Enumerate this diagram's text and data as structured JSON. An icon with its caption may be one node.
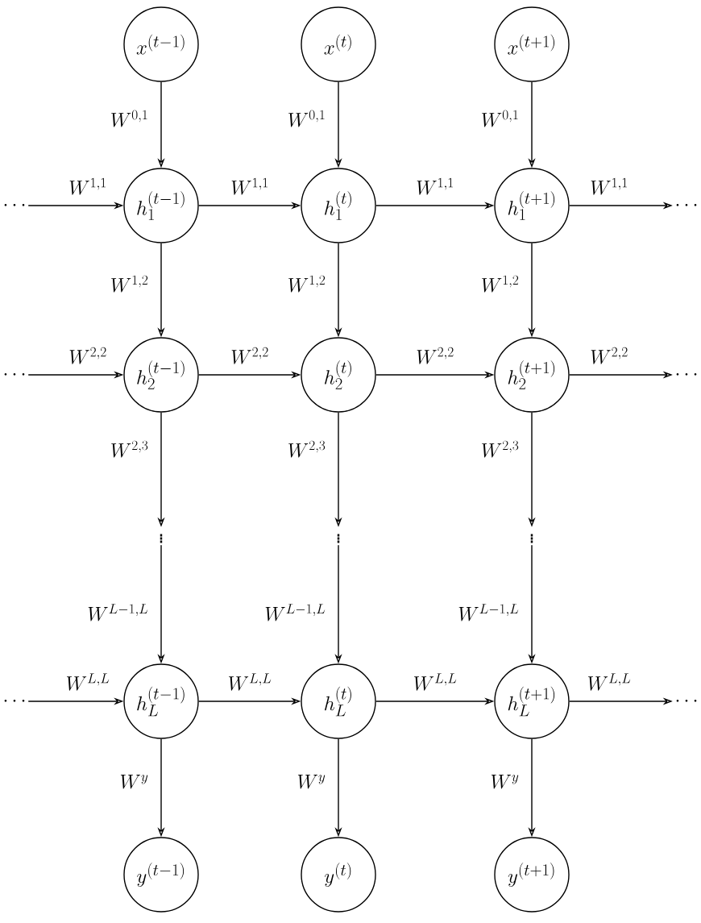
{
  "diagram": {
    "nodes": [
      {
        "text": [
          "x^{(t-1)}"
        ]
      },
      {
        "text": [
          "x^{(t)}"
        ]
      },
      {
        "text": [
          "x^{(t+1)}"
        ]
      },
      {
        "text": [
          "\\cdots"
        ]
      },
      {
        "text": [
          "h_1^{(t-1)}"
        ]
      },
      {
        "text": [
          "h_1^{(t)}"
        ]
      },
      {
        "text": [
          "h_1^{(t+1)}"
        ]
      },
      {
        "text": [
          "\\cdots"
        ]
      },
      {
        "text": [
          "\\cdots"
        ]
      },
      {
        "text": [
          "h_2^{(t-1)}"
        ]
      },
      {
        "text": [
          "h_2^{(t)}"
        ]
      },
      {
        "text": [
          "h_2^{(t+1)}"
        ]
      },
      {
        "text": [
          "\\cdots"
        ]
      },
      {
        "text": [
          "\\vdots"
        ]
      },
      {
        "text": [
          "\\vdots"
        ]
      },
      {
        "text": [
          "\\vdots"
        ]
      },
      {
        "text": [
          "\\cdots"
        ]
      },
      {
        "text": [
          "h_L^{(t-1)}"
        ]
      },
      {
        "text": [
          "h_L^{(t)}"
        ]
      },
      {
        "text": [
          "h_L^{(t+1)}"
        ]
      },
      {
        "text": [
          "\\cdots"
        ]
      },
      {
        "text": [
          "y^{(t-1)}"
        ]
      },
      {
        "text": [
          "y^{(t)}"
        ]
      },
      {
        "text": [
          "y^{(t+1)}"
        ]
      }
    ],
    "edges": [
      {
        "from": 0,
        "to": 4,
        "arrow": "to",
        "label": "W^{0,1}"
      },
      {
        "from": 1,
        "to": 5,
        "arrow": "to",
        "label": "W^{0,1}"
      },
      {
        "from": 2,
        "to": 6,
        "arrow": "to",
        "label": "W^{0,1}"
      },
      {
        "from": 3,
        "to": 4,
        "arrow": "to",
        "label": "W^{1,1}"
      },
      {
        "from": 4,
        "to": 5,
        "arrow": "to",
        "label": "W^{1,1}"
      },
      {
        "from": 5,
        "to": 6,
        "arrow": "to",
        "label": "W^{1,1}"
      },
      {
        "from": 6,
        "to": 7,
        "arrow": "to",
        "label": "W^{1,1}"
      },
      {
        "from": 4,
        "to": 9,
        "arrow": "to",
        "label": "W^{1,2}"
      },
      {
        "from": 5,
        "to": 10,
        "arrow": "to",
        "label": "W^{1,2}"
      },
      {
        "from": 6,
        "to": 11,
        "arrow": "to",
        "label": "W^{1,2}"
      },
      {
        "from": 8,
        "to": 9,
        "arrow": "to",
        "label": "W^{2,2}"
      },
      {
        "from": 9,
        "to": 10,
        "arrow": "to",
        "label": "W^{2,2}"
      },
      {
        "from": 10,
        "to": 11,
        "arrow": "to",
        "label": "W^{2,2}"
      },
      {
        "from": 11,
        "to": 12,
        "arrow": "to",
        "label": "W^{2,2}"
      },
      {
        "from": 9,
        "to": 13,
        "arrow": "to",
        "label": "W^{2,3}"
      },
      {
        "from": 10,
        "to": 14,
        "arrow": "to",
        "label": "W^{2,3}"
      },
      {
        "from": 11,
        "to": 15,
        "arrow": "to",
        "label": "W^{2,3}"
      },
      {
        "from": 13,
        "to": 17,
        "arrow": "to",
        "label": "W^{L-1,L}"
      },
      {
        "from": 14,
        "to": 18,
        "arrow": "to",
        "label": "W^{L-1,L}"
      },
      {
        "from": 15,
        "to": 19,
        "arrow": "to",
        "label": "W^{L-1,L}"
      },
      {
        "from": 16,
        "to": 17,
        "arrow": "to",
        "label": "W^{L,L}"
      },
      {
        "from": 17,
        "to": 18,
        "arrow": "to",
        "label": "W^{L,L}"
      },
      {
        "from": 18,
        "to": 19,
        "arrow": "to",
        "label": "W^{L,L}"
      },
      {
        "from": 19,
        "to": 20,
        "arrow": "to",
        "label": "W^{L,L}"
      },
      {
        "from": 17,
        "to": 21,
        "arrow": "to",
        "label": "W^{y}"
      },
      {
        "from": 18,
        "to": 22,
        "arrow": "to",
        "label": "W^{y}"
      },
      {
        "from": 19,
        "to": 23,
        "arrow": "to",
        "label": "W^{y}"
      }
    ]
  }
}
